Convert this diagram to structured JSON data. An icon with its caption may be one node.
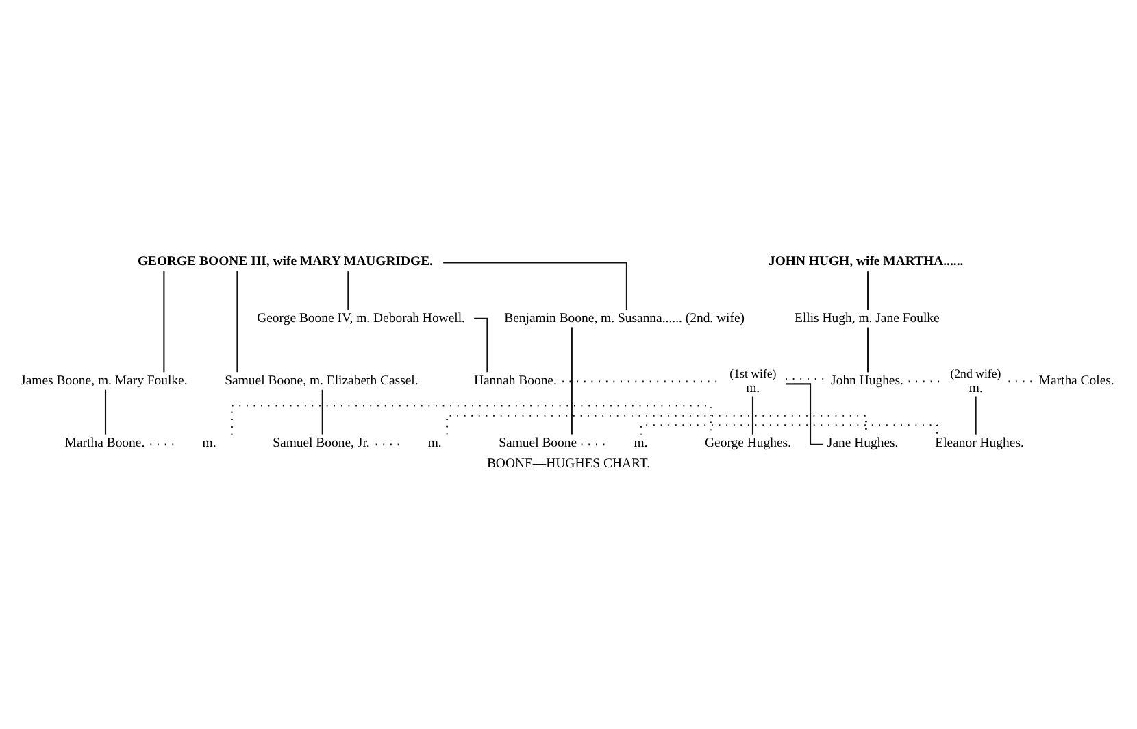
{
  "diagram": {
    "caption": "BOONE—HUGHES CHART.",
    "nodes": [
      {
        "text": [
          "GEORGE BOONE III, wife MARY MAUGRIDGE."
        ]
      },
      {
        "text": [
          "JOHN HUGH, wife MARTHA......"
        ]
      },
      {
        "text": [
          "Benjamin Boone, m. Susanna...... (2nd. wife)"
        ]
      },
      {
        "text": [
          "James Boone, m. Mary Foulke."
        ]
      },
      {
        "text": [
          "Samuel Boone, m. Elizabeth Cassel."
        ]
      },
      {
        "text": [
          "George Boone IV, m. Deborah Howell."
        ]
      },
      {
        "text": [
          "Ellis Hugh, m. Jane Foulke"
        ]
      },
      {
        "text": [
          "Hannah Boone."
        ]
      },
      {
        "text": [
          "m."
        ],
        "beside": [
          "(1st wife)"
        ]
      },
      {
        "text": [
          "John Hughes."
        ]
      },
      {
        "text": [
          "m."
        ],
        "beside": [
          "(2nd wife)"
        ]
      },
      {
        "text": [
          "Martha Coles."
        ]
      },
      {
        "text": [
          "Samuel Boone, Jr."
        ]
      },
      {
        "text": [
          "m."
        ]
      },
      {
        "text": [
          "Jane Hughes."
        ]
      },
      {
        "text": [
          "Martha Boone."
        ]
      },
      {
        "text": [
          "m."
        ]
      },
      {
        "text": [
          "George Hughes."
        ]
      },
      {
        "text": [
          "Samuel Boone"
        ]
      },
      {
        "text": [
          "m."
        ]
      },
      {
        "text": [
          "Eleanor Hughes."
        ]
      }
    ],
    "edges": [
      {
        "from": 0,
        "to": 2,
        "arrow": "none"
      },
      {
        "from": 0,
        "to": 3,
        "arrow": "none"
      },
      {
        "from": 0,
        "to": 4,
        "arrow": "none"
      },
      {
        "from": 0,
        "to": 5,
        "arrow": "none"
      },
      {
        "from": 1,
        "to": 6,
        "arrow": "none"
      },
      {
        "from": 5,
        "to": 7,
        "arrow": "none"
      },
      {
        "from": 6,
        "to": 9,
        "arrow": "none"
      },
      {
        "from": 7,
        "to": 8,
        "arrow": "none",
        "style": "dashed"
      },
      {
        "from": 8,
        "to": 9,
        "arrow": "none",
        "style": "dashed"
      },
      {
        "from": 9,
        "to": 10,
        "arrow": "none",
        "style": "dashed"
      },
      {
        "from": 10,
        "to": 11,
        "arrow": "none",
        "style": "dashed"
      },
      {
        "from": 8,
        "to": 14,
        "arrow": "none"
      },
      {
        "from": 8,
        "to": 17,
        "arrow": "none"
      },
      {
        "from": 10,
        "to": 20,
        "arrow": "none"
      },
      {
        "from": 4,
        "to": 12,
        "arrow": "none"
      },
      {
        "from": 12,
        "to": 13,
        "arrow": "none",
        "style": "dashed"
      },
      {
        "from": 13,
        "to": 14,
        "arrow": "none",
        "style": "dashed"
      },
      {
        "from": 3,
        "to": 15,
        "arrow": "none"
      },
      {
        "from": 15,
        "to": 16,
        "arrow": "none",
        "style": "dashed"
      },
      {
        "from": 16,
        "to": 17,
        "arrow": "none",
        "style": "dashed"
      },
      {
        "from": 2,
        "to": 18,
        "arrow": "none"
      },
      {
        "from": 18,
        "to": 19,
        "arrow": "none",
        "style": "dashed"
      },
      {
        "from": 19,
        "to": 20,
        "arrow": "none",
        "style": "dashed"
      }
    ]
  }
}
